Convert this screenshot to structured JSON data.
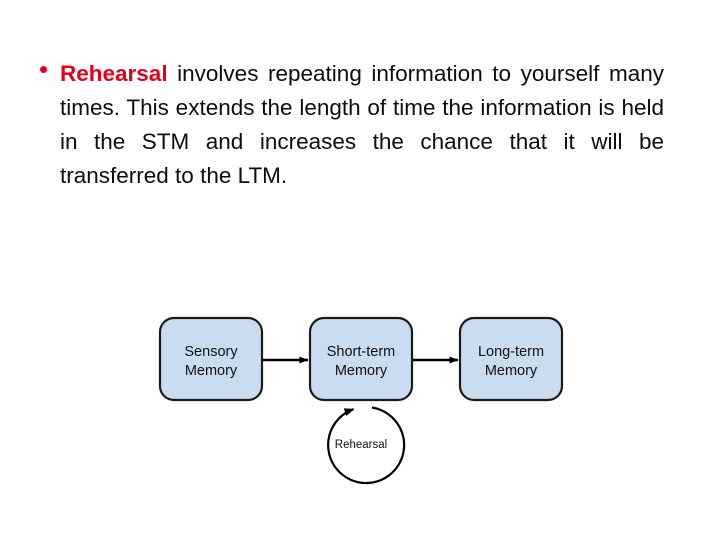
{
  "slide": {
    "bullet": {
      "marker": "bullet-dot",
      "emphasis": "Rehearsal",
      "text": " involves repeating information to yourself many times. This extends the length of time the information is held in the STM and increases the chance that it will be transferred to the LTM."
    }
  },
  "diagram": {
    "type": "flow",
    "title": "memory-model-flow",
    "colors": {
      "node_fill": "#c9dcf0",
      "node_stroke": "#1b1b1b",
      "arrow": "#000000",
      "accent_red": "#e4001b"
    },
    "nodes": [
      {
        "id": "sensory",
        "line1": "Sensory",
        "line2": "Memory"
      },
      {
        "id": "shortterm",
        "line1": "Short-term",
        "line2": "Memory"
      },
      {
        "id": "longterm",
        "line1": "Long-term",
        "line2": "Memory"
      }
    ],
    "edges": [
      {
        "from": "sensory",
        "to": "shortterm",
        "label": ""
      },
      {
        "from": "shortterm",
        "to": "longterm",
        "label": ""
      }
    ],
    "loop": {
      "id": "rehearsal-loop",
      "on": "shortterm",
      "label": "Rehearsal"
    }
  }
}
